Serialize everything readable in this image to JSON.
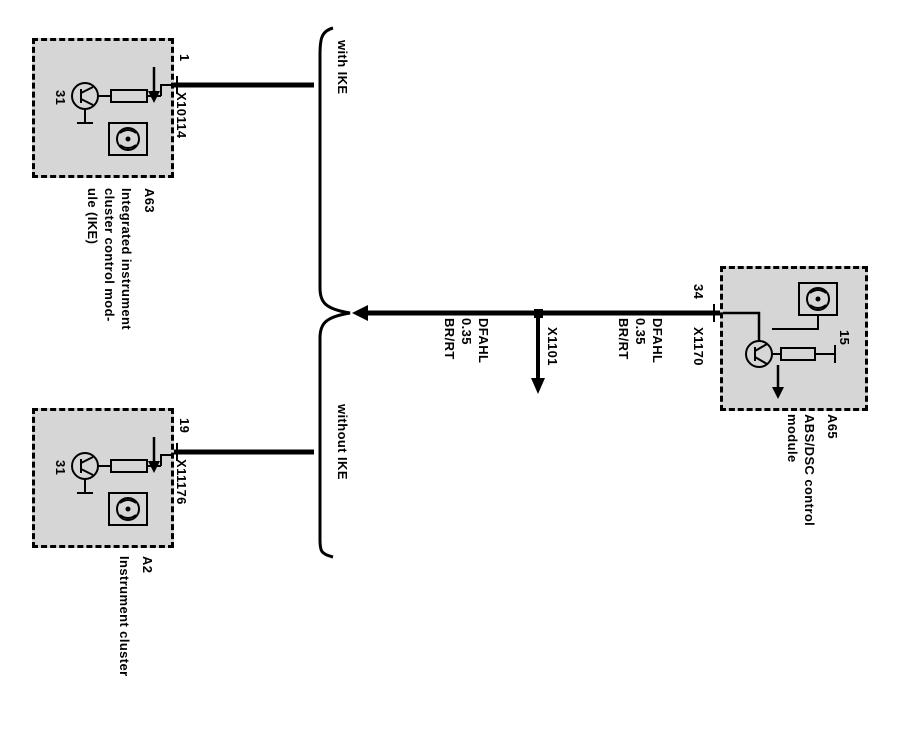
{
  "canvas": {
    "bg": "#ffffff",
    "box_fill": "#d6d6d6",
    "line_color": "#000000"
  },
  "branches": {
    "with_ike": {
      "condition": "with IKE",
      "pin": "1",
      "connector": "X10114"
    },
    "without_ike": {
      "condition": "without IKE",
      "pin": "19",
      "connector": "X11176"
    }
  },
  "modules": {
    "a63": {
      "id": "A63",
      "terminal": "31",
      "name_lines": [
        "Integrated instrument",
        "cluster control mod-",
        "ule (IKE)"
      ]
    },
    "a2": {
      "id": "A2",
      "terminal": "31",
      "name_lines": [
        "Instrument cluster"
      ]
    },
    "a65": {
      "id": "A65",
      "pin": "34",
      "connector": "X1170",
      "terminal": "15",
      "name_lines": [
        "ABS/DSC control",
        "module"
      ]
    }
  },
  "wire": {
    "splice": "X1101",
    "label": {
      "signal": "DFAHL",
      "size": "0.35",
      "color": "BR/RT"
    }
  }
}
